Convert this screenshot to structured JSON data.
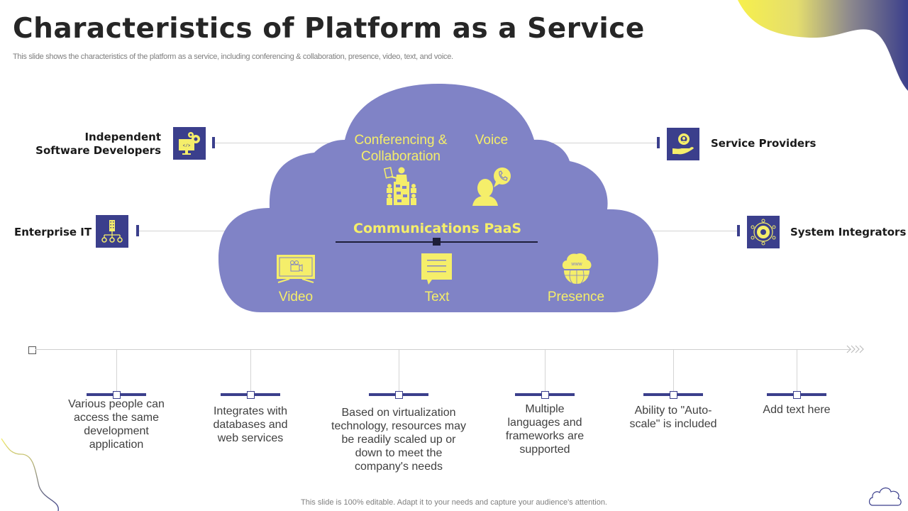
{
  "header": {
    "title": "Characteristics of Platform as a Service",
    "subtitle": "This slide shows the characteristics of the platform as a service, including conferencing & collaboration, presence, video, text,  and voice."
  },
  "colors": {
    "navy": "#3b3f8c",
    "cloud": "#8083c6",
    "yellow": "#f5ee6a",
    "text_dark": "#262626",
    "text_gray": "#7f7f7f"
  },
  "stakeholders": {
    "left": [
      {
        "label": "Independent\nSoftware Developers",
        "icon": "monitor-code-gears-icon"
      },
      {
        "label": "Enterprise IT",
        "icon": "building-network-icon"
      }
    ],
    "right": [
      {
        "label": "Service Providers",
        "icon": "hand-gear-person-icon"
      },
      {
        "label": "System Integrators",
        "icon": "gear-network-icon"
      }
    ]
  },
  "cloud": {
    "center_label": "Communications PaaS",
    "services": [
      {
        "label": "Conferencing &\nCollaboration",
        "icon": "presentation-meeting-icon"
      },
      {
        "label": "Voice",
        "icon": "person-phone-bubble-icon"
      },
      {
        "label": "Video",
        "icon": "monitor-video-camera-icon"
      },
      {
        "label": "Text",
        "icon": "chat-text-bubble-icon"
      },
      {
        "label": "Presence",
        "icon": "cloud-globe-www-icon"
      }
    ]
  },
  "features": [
    {
      "text": "Various people can access the same development application"
    },
    {
      "text": "Integrates with databases and web services"
    },
    {
      "text": "Based on virtualization technology,  resources may be readily scaled up or down to meet the company's needs"
    },
    {
      "text": "Multiple languages and frameworks are supported"
    },
    {
      "text": "Ability to \"Auto-scale\" is included"
    },
    {
      "text": "Add text here"
    }
  ],
  "footer": {
    "text": "This slide is 100% editable. Adapt it to your needs and capture your audience's attention."
  }
}
